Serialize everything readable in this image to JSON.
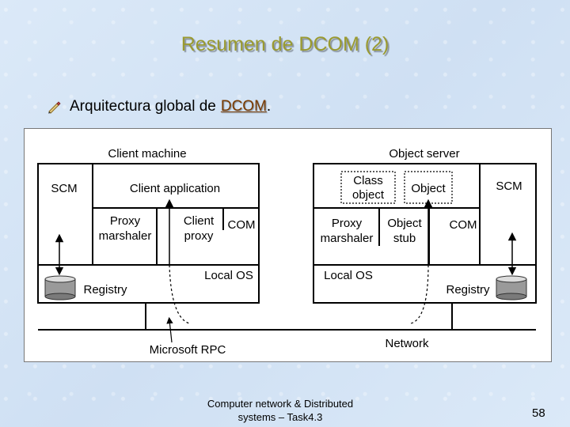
{
  "slide": {
    "title": "Resumen de DCOM (2)",
    "bullet_text": "Arquitectura global de",
    "bullet_link": "DCOM",
    "bullet_end": ".",
    "footer_line1": "Computer network & Distributed",
    "footer_line2": "systems – Task4.3",
    "page_number": "58"
  },
  "diagram": {
    "client_machine": "Client machine",
    "object_server": "Object server",
    "scm_left": "SCM",
    "client_application": "Client application",
    "proxy_marshaler_left_1": "Proxy",
    "proxy_marshaler_left_2": "marshaler",
    "client_proxy_1": "Client",
    "client_proxy_2": "proxy",
    "com_left": "COM",
    "local_os_left": "Local OS",
    "registry_left": "Registry",
    "class_object_1": "Class",
    "class_object_2": "object",
    "object": "Object",
    "scm_right": "SCM",
    "proxy_marshaler_right_1": "Proxy",
    "proxy_marshaler_right_2": "marshaler",
    "object_stub_1": "Object",
    "object_stub_2": "stub",
    "com_right": "COM",
    "local_os_right": "Local OS",
    "registry_right": "Registry",
    "microsoft_rpc": "Microsoft RPC",
    "network": "Network"
  }
}
